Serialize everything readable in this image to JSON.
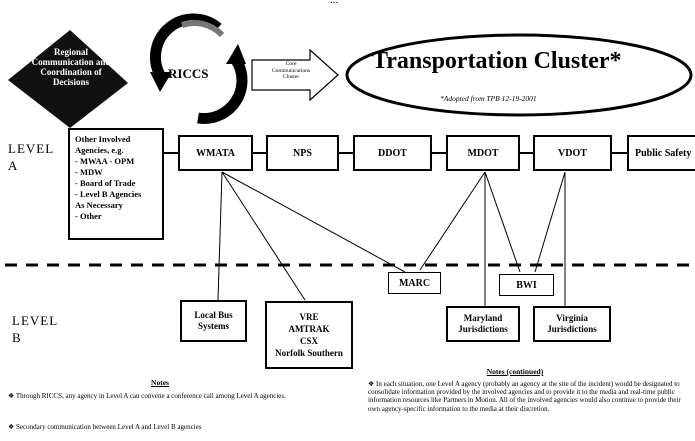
{
  "header": {
    "top_partial": "...",
    "regional_badge": "Regional\nCommunication and\nCoordination of\nDecisions",
    "riccs_label": "RICCS",
    "core_arrow": "Core\nCommunications\nCluster",
    "title": "Transportation Cluster*",
    "subtitle": "*Adopted from TPB 12-19-2001"
  },
  "levels": {
    "a_label": "LEVEL\nA",
    "b_label": "LEVEL\nB"
  },
  "level_a": {
    "other_agencies": "Other Involved\nAgencies, e.g.\n- MWAA - OPM\n- MDW\n- Board of Trade\n- Level B Agencies\n  As Necessary\n- Other",
    "wmata": "WMATA",
    "nps": "NPS",
    "ddot": "DDOT",
    "mdot": "MDOT",
    "vdot": "VDOT",
    "public_safety": "Public Safety"
  },
  "level_b": {
    "marc": "MARC",
    "bwi": "BWI",
    "local_bus": "Local Bus\nSystems",
    "vre": "VRE\nAMTRAK\nCSX\nNorfolk Southern",
    "maryland": "Maryland\nJurisdictions",
    "virginia": "Virginia\nJurisdictions"
  },
  "notes": {
    "title": "Notes",
    "item1": "❖ Through RICCS, any agency in Level A can convene a conference call among Level A agencies.",
    "item2": "❖ Secondary communication between Level A and Level B agencies"
  },
  "notes_continued": {
    "title": "Notes (continued)",
    "text": "❖ In each situation, one Level A agency (probably an agency at the site of the incident) would be designated to consolidate information provided by the involved agencies and to provide it to the media and real-time public information resources like Partners in Motion. All of the involved agencies would also continue to provide their own agency-specific information to the media at their discretion."
  }
}
